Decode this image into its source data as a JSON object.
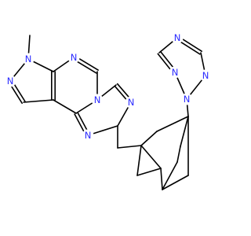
{
  "molecule": {
    "atom_color_nitrogen": "#2b2bff",
    "bond_color": "#000000",
    "background": "#ffffff",
    "labels": {
      "n_methyl": "N",
      "n_pyrazole_2": "N",
      "n_pyrimidine_top": "N",
      "n_triazole_bridge": "N",
      "n_triazole_mid": "N",
      "n_triazole_lower": "N",
      "n_tetrazole_attach": "N",
      "n_tetrazole_a": "N",
      "n_tetrazole_b": "N",
      "n_tetrazole_c": "N"
    }
  }
}
